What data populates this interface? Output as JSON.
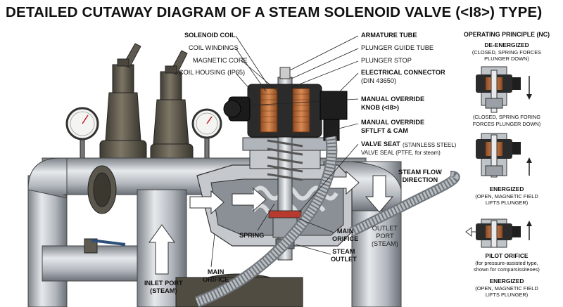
{
  "title": "DETAILED CUTAWAY DIAGRAM OF A STEAM SOLENOID VALVE (<I8>) TYPE)",
  "left_labels": {
    "solenoid_coil": "SOLENOID COIL",
    "coil_windings": "COIL WINDINGS",
    "magnetic_core": "MAGNETIC CORE",
    "coil_housing": "COIL HOUSING (IP65)"
  },
  "right_labels": {
    "armature_tube": "ARMATURE TUBE",
    "plunger_guide_tube": "PLUNGER GUIDE TUBE",
    "plunger_stop": "PLUNGER STOP",
    "electrical_connector": "ELECTRICAL CONNECTOR",
    "electrical_connector_sub": "(DIN 43650)",
    "manual_override_knob_1": "MANUAL OVERRIDE",
    "manual_override_knob_2": "KNOB (<I8>)",
    "manual_override_cam_1": "MANUAL OVERRIDE",
    "manual_override_cam_2": "SFTLFT & CAM",
    "valve_seat": "VALVE SEAT",
    "valve_seat_note": "(STAINLESS STEEL)",
    "valve_seal": "VALVE SEAL (PTFE, for steam)"
  },
  "flow_labels": {
    "steam_flow_1": "STEAM FLOW",
    "steam_flow_2": "DIRECTION",
    "spring": "SPRING",
    "main_orifice_right_1": "MAIN",
    "main_orifice_right_2": "ORIFICE",
    "steam_outlet_1": "STEAM",
    "steam_outlet_2": "OUTLET",
    "outlet_port_1": "OUTLET",
    "outlet_port_2": "PORT",
    "outlet_port_3": "(STEAM)",
    "inlet_port_1": "INLET PORT",
    "inlet_port_2": "(STEAM)",
    "main_orifice_left_1": "MAIN",
    "main_orifice_left_2": "ORIFICE"
  },
  "panel": {
    "heading": "OPERATING PRINCIPLE (NC)",
    "deenergized": "DE-ENERGIZED",
    "deenergized_sub_1": "(CLOSED, SPRING FORCES",
    "deenergized_sub_2": "PLUNGER DOWN)",
    "mid_caption_1": "(CLOSED, SPRING FORING",
    "mid_caption_2": "FORCES PLUNGER DOWN)",
    "energized": "ENERGIZED",
    "energized_sub_1": "(OPEN, MAGNETIC FIELD",
    "energized_sub_2": "LIFTS PLUNGER)",
    "pilot": "PILOT ORIFICE",
    "pilot_sub_1": "(for pressure-assisted type,",
    "pilot_sub_2": "shown for comparsissiteoes)",
    "energized2": "ENERGIZED",
    "energized2_sub_1": "(OPEN, MAGNETIC FIELD",
    "energized2_sub_2": "LIFTS PLUNGER)"
  },
  "colors": {
    "pipe": "#b9bec4",
    "pipe_dark": "#7f858c",
    "bronze": "#5e5a4f",
    "copper": "#c8743e",
    "coil_body": "#2b2b2b",
    "flow_arrow": "#ffffff"
  }
}
